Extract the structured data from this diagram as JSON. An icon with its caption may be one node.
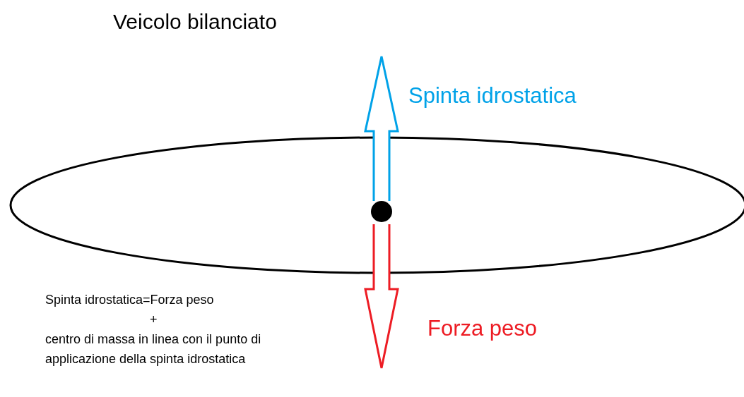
{
  "diagram": {
    "title": "Veicolo bilanciato",
    "labels": [
      "Spinta idrostatica",
      "Spinta idrostatica=Forza peso",
      "+",
      "Forza peso",
      "centro di massa in linea con il punto di applicazione della spinta idrostatica"
    ]
  }
}
